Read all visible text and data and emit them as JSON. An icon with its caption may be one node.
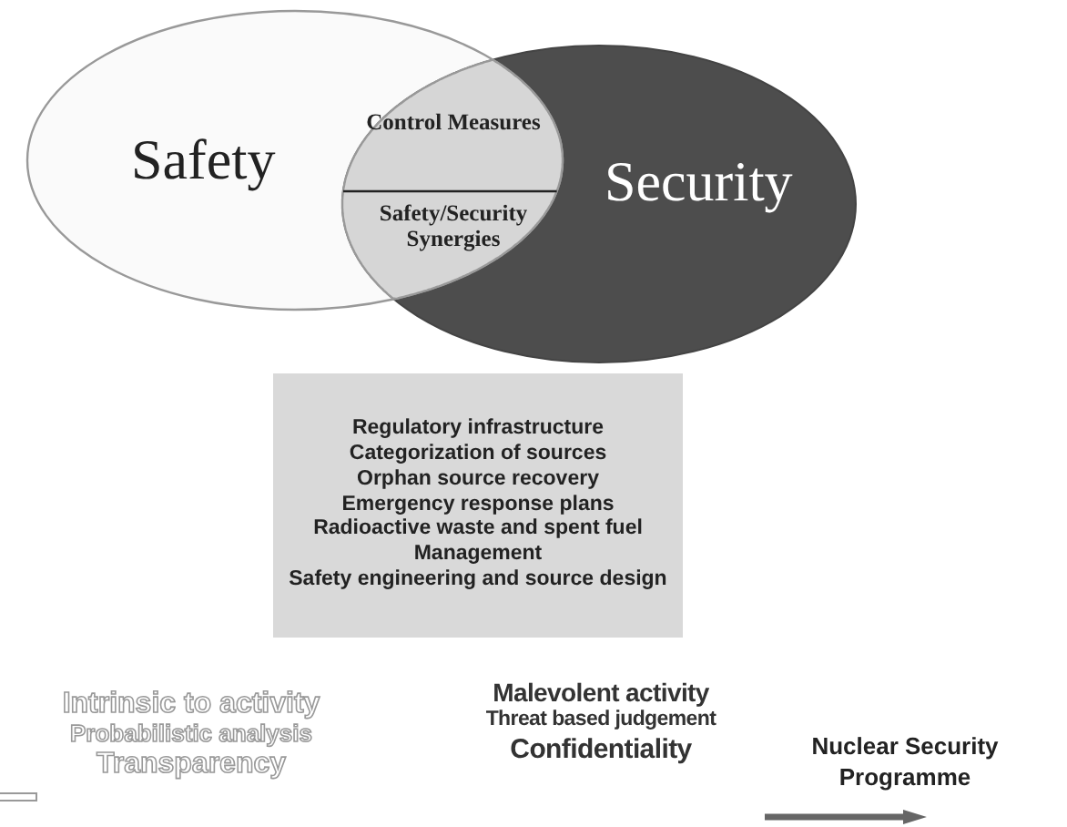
{
  "diagram": {
    "nodes": [
      {
        "text": [
          "Safety"
        ]
      },
      {
        "text": [
          "Security"
        ]
      },
      {
        "text": [
          "Control Measures",
          "Safety/Security Synergies"
        ]
      },
      {
        "text": [
          "Regulatory infrastructure",
          "Categorization of sources",
          "Orphan source recovery",
          "Emergency response plans",
          "Radioactive waste and spent fuel Management",
          "Safety engineering and source design"
        ]
      }
    ],
    "labels": [
      "Intrinsic to activity",
      "Probabilistic analysis",
      "Transparency",
      "Malevolent activity",
      "Threat based judgement",
      "Confidentiality",
      "Nuclear Security Programme"
    ]
  }
}
